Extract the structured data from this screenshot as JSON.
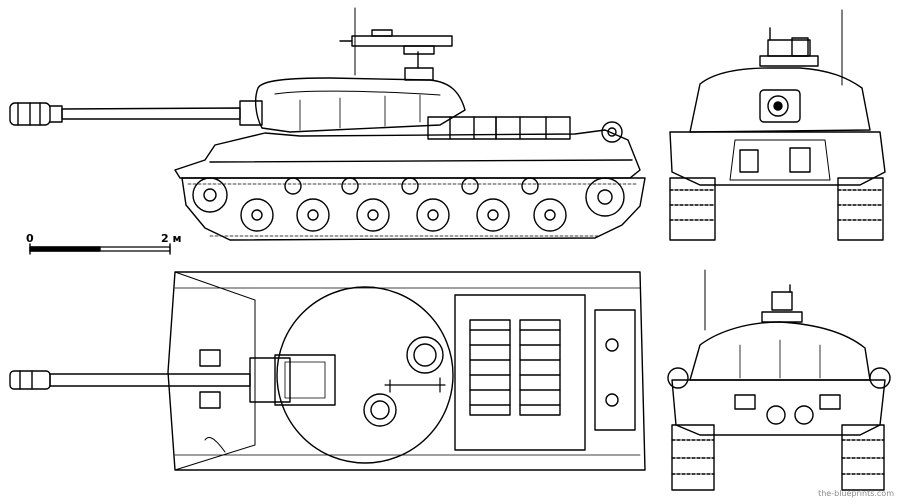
{
  "scale_bar": {
    "start_label": "0",
    "end_label": "2 м"
  },
  "watermark": "the-blueprints.com",
  "colors": {
    "ink": "#000000",
    "paper": "#ffffff"
  }
}
